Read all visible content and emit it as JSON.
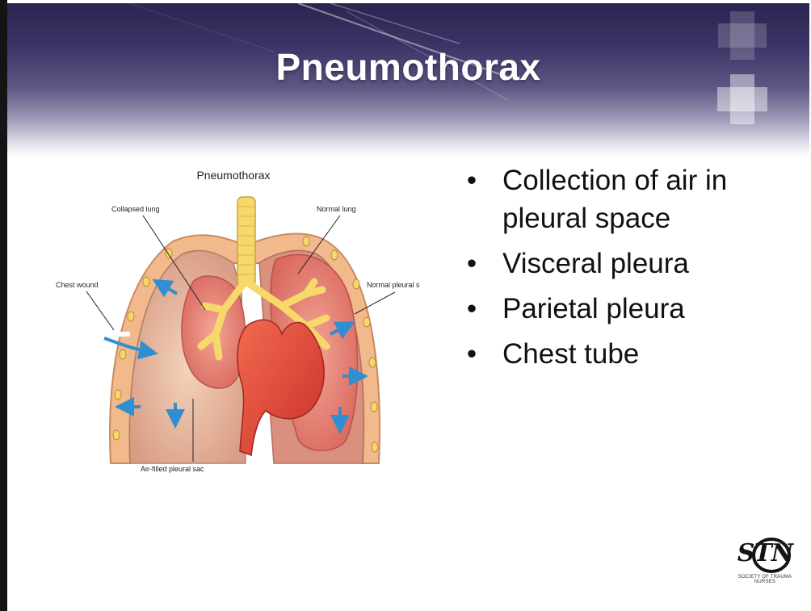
{
  "slide": {
    "title": "Pneumothorax",
    "bullets": [
      "Collection of air in pleural space",
      "Visceral pleura",
      "Parietal pleura",
      "Chest tube"
    ]
  },
  "diagram": {
    "title": "Pneumothorax",
    "labels": {
      "collapsed_lung": "Collapsed lung",
      "normal_lung": "Normal lung",
      "chest_wound": "Chest wound",
      "normal_pleural_sac": "Normal pleural sac",
      "air_filled_pleural_sac": "Air-filled pleural sac"
    },
    "colors": {
      "chest_wall": "#f2b98d",
      "pleural_space": "#e8bba0",
      "lung": "#e9857c",
      "airway": "#f7d86a",
      "heart": "#e8463a",
      "arrow": "#2f8fd0"
    }
  },
  "logo": {
    "text": "STN",
    "subtitle": "SOCIETY OF TRAUMA NURSES"
  }
}
